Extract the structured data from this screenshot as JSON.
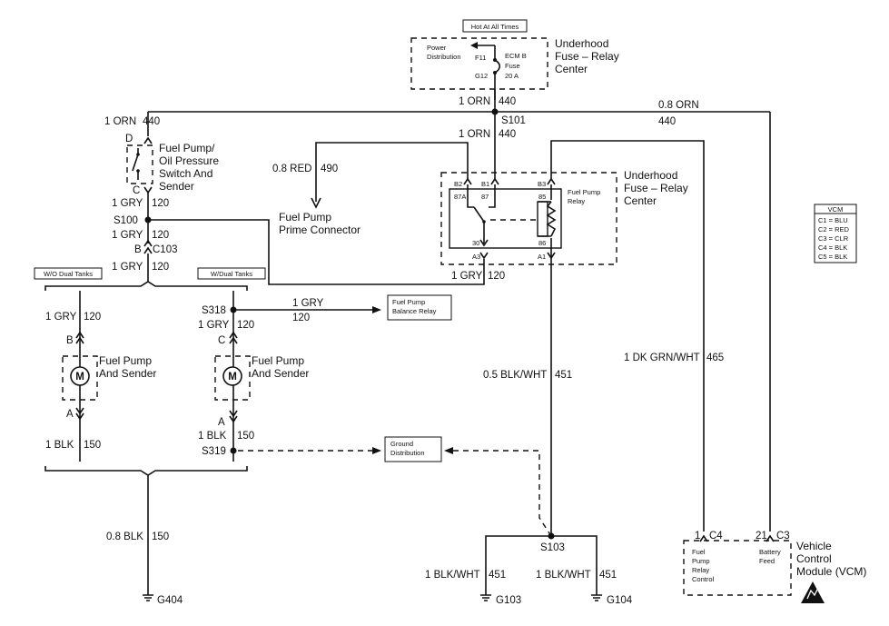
{
  "hot_label": "Hot At All Times",
  "fuse_block": {
    "power_distribution": [
      "Power",
      "Distribution"
    ],
    "f11": "F11",
    "g12": "G12",
    "fuse": [
      "ECM B",
      "Fuse",
      "20 A"
    ],
    "center_label": [
      "Underhood",
      "Fuse – Relay",
      "Center"
    ]
  },
  "wires": {
    "orn_top": [
      "1 ORN",
      "440"
    ],
    "orn_right": [
      "0.8 ORN",
      "440"
    ],
    "orn_left": [
      "1 ORN",
      "440"
    ],
    "orn_relay": [
      "1 ORN",
      "440"
    ],
    "red_prime": [
      "0.8 RED",
      "490"
    ],
    "gry_c": [
      "1 GRY",
      "120"
    ],
    "gry_below_s100": [
      "1 GRY",
      "120"
    ],
    "gry_below_c103": [
      "1 GRY",
      "120"
    ],
    "gry_a3": [
      "1 GRY",
      "120"
    ],
    "gry_left_pump": [
      "1 GRY",
      "120"
    ],
    "gry_right_pump": [
      "1 GRY",
      "120"
    ],
    "gry_balance": [
      "1 GRY",
      "120"
    ],
    "blk_left": [
      "1 BLK",
      "150"
    ],
    "blk_right": [
      "1 BLK",
      "150"
    ],
    "blk_ground": [
      "0.8 BLK",
      "150"
    ],
    "blkwht_a1": [
      "0.5 BLK/WHT",
      "451"
    ],
    "blkwht_g103": [
      "1 BLK/WHT",
      "451"
    ],
    "blkwht_g104": [
      "1 BLK/WHT",
      "451"
    ],
    "dkgrn": [
      "1 DK GRN/WHT",
      "465"
    ]
  },
  "splices": {
    "s101": "S101",
    "s100": "S100",
    "s318": "S318",
    "s319": "S319",
    "s103": "S103"
  },
  "connectors": {
    "d": "D",
    "c": "C",
    "c103": "B",
    "c103_name": "C103",
    "pump_left_b": "B",
    "pump_left_a": "A",
    "pump_right_c": "C",
    "pump_right_a": "A"
  },
  "switch_label": [
    "Fuel Pump/",
    "Oil Pressure",
    "Switch And",
    "Sender"
  ],
  "prime_connector": [
    "Fuel Pump",
    "Prime Connector"
  ],
  "relay": {
    "b2": "B2",
    "b1": "B1",
    "b3": "B3",
    "a3": "A3",
    "a1": "A1",
    "p87a": "87A",
    "p87": "87",
    "p85": "85",
    "p30": "30",
    "p86": "86",
    "name": [
      "Fuel Pump",
      "Relay"
    ],
    "center_label": [
      "Underhood",
      "Fuse – Relay",
      "Center"
    ]
  },
  "tanks": {
    "wo_dual": "W/O Dual Tanks",
    "w_dual": "W/Dual Tanks"
  },
  "pump_label": [
    "Fuel Pump",
    "And Sender"
  ],
  "motor_letter": "M",
  "balance_relay": [
    "Fuel Pump",
    "Balance Relay"
  ],
  "ground_distribution": [
    "Ground",
    "Distribution"
  ],
  "grounds": {
    "g404": "G404",
    "g103": "G103",
    "g104": "G104"
  },
  "vcm_legend": {
    "title": "VCM",
    "items": [
      "C1 = BLU",
      "C2 = RED",
      "C3 = CLR",
      "C4 = BLK",
      "C5 = BLK"
    ]
  },
  "vcm": {
    "pin1": "1",
    "c4": "C4",
    "pin21": "21",
    "c3": "C3",
    "relay_control": [
      "Fuel",
      "Pump",
      "Relay",
      "Control"
    ],
    "battery_feed": [
      "Battery",
      "Feed"
    ],
    "name": [
      "Vehicle",
      "Control",
      "Module (VCM)"
    ]
  }
}
